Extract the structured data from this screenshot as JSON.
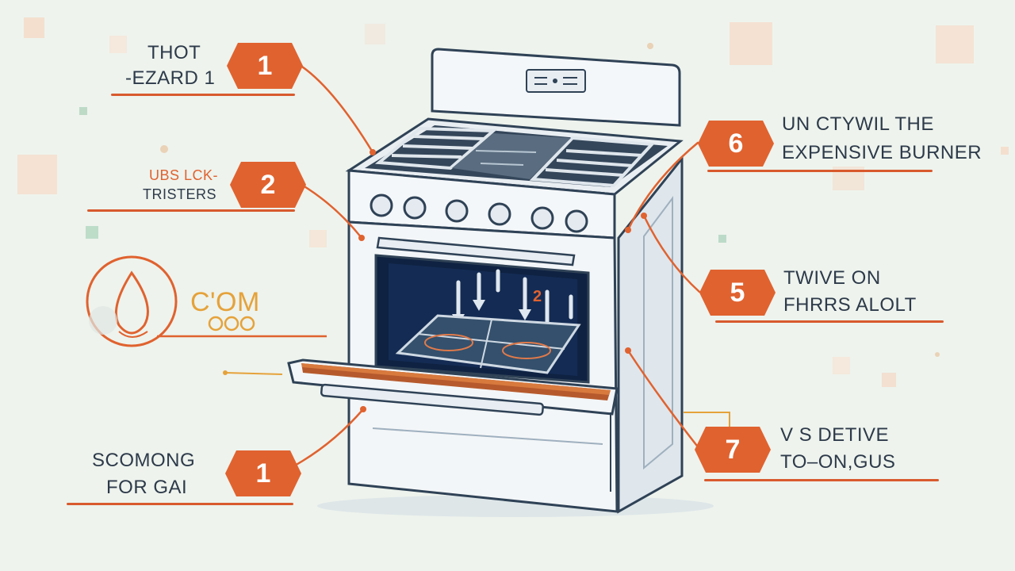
{
  "colors": {
    "accent": "#e0622f",
    "ink": "#2d3a4a",
    "background": "#eef3ed",
    "appliance": "#f3f6f8"
  },
  "callouts": {
    "c1": {
      "number": "1",
      "lines": [
        "THOT",
        "-EZARD 1"
      ]
    },
    "c2": {
      "number": "2",
      "lines": [
        "UBS LCK-",
        "TRISTERS"
      ]
    },
    "c3": {
      "number": "1",
      "lines": [
        "SCOMONG",
        "FOR GAI"
      ]
    },
    "c5": {
      "number": "5",
      "lines": [
        "TWIVE ON",
        "FHRRS ALOLT"
      ]
    },
    "c6": {
      "number": "6",
      "lines": [
        "UN CTYWIL THE",
        "EXPENSIVE BURNER"
      ]
    },
    "c7": {
      "number": "7",
      "lines": [
        "V S DETIVE",
        "TO–ON,GUS"
      ]
    }
  },
  "flame_label": "C'OM",
  "oven_marker": "2",
  "icons": [
    "flame-icon"
  ]
}
